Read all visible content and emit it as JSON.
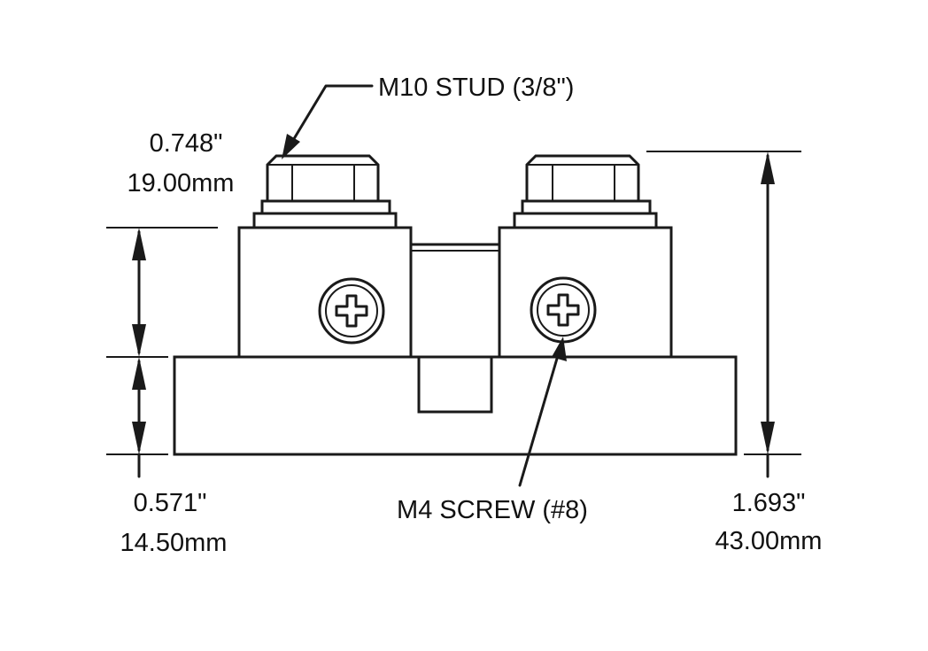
{
  "labels": {
    "stud_callout": "M10 STUD (3/8\")",
    "screw_callout": "M4 SCREW (#8)",
    "top_dim_in": "0.748\"",
    "top_dim_mm": "19.00mm",
    "base_dim_in": "0.571\"",
    "base_dim_mm": "14.50mm",
    "total_dim_in": "1.693\"",
    "total_dim_mm": "43.00mm"
  },
  "colors": {
    "line": "#1a1a1a",
    "background": "#ffffff"
  }
}
